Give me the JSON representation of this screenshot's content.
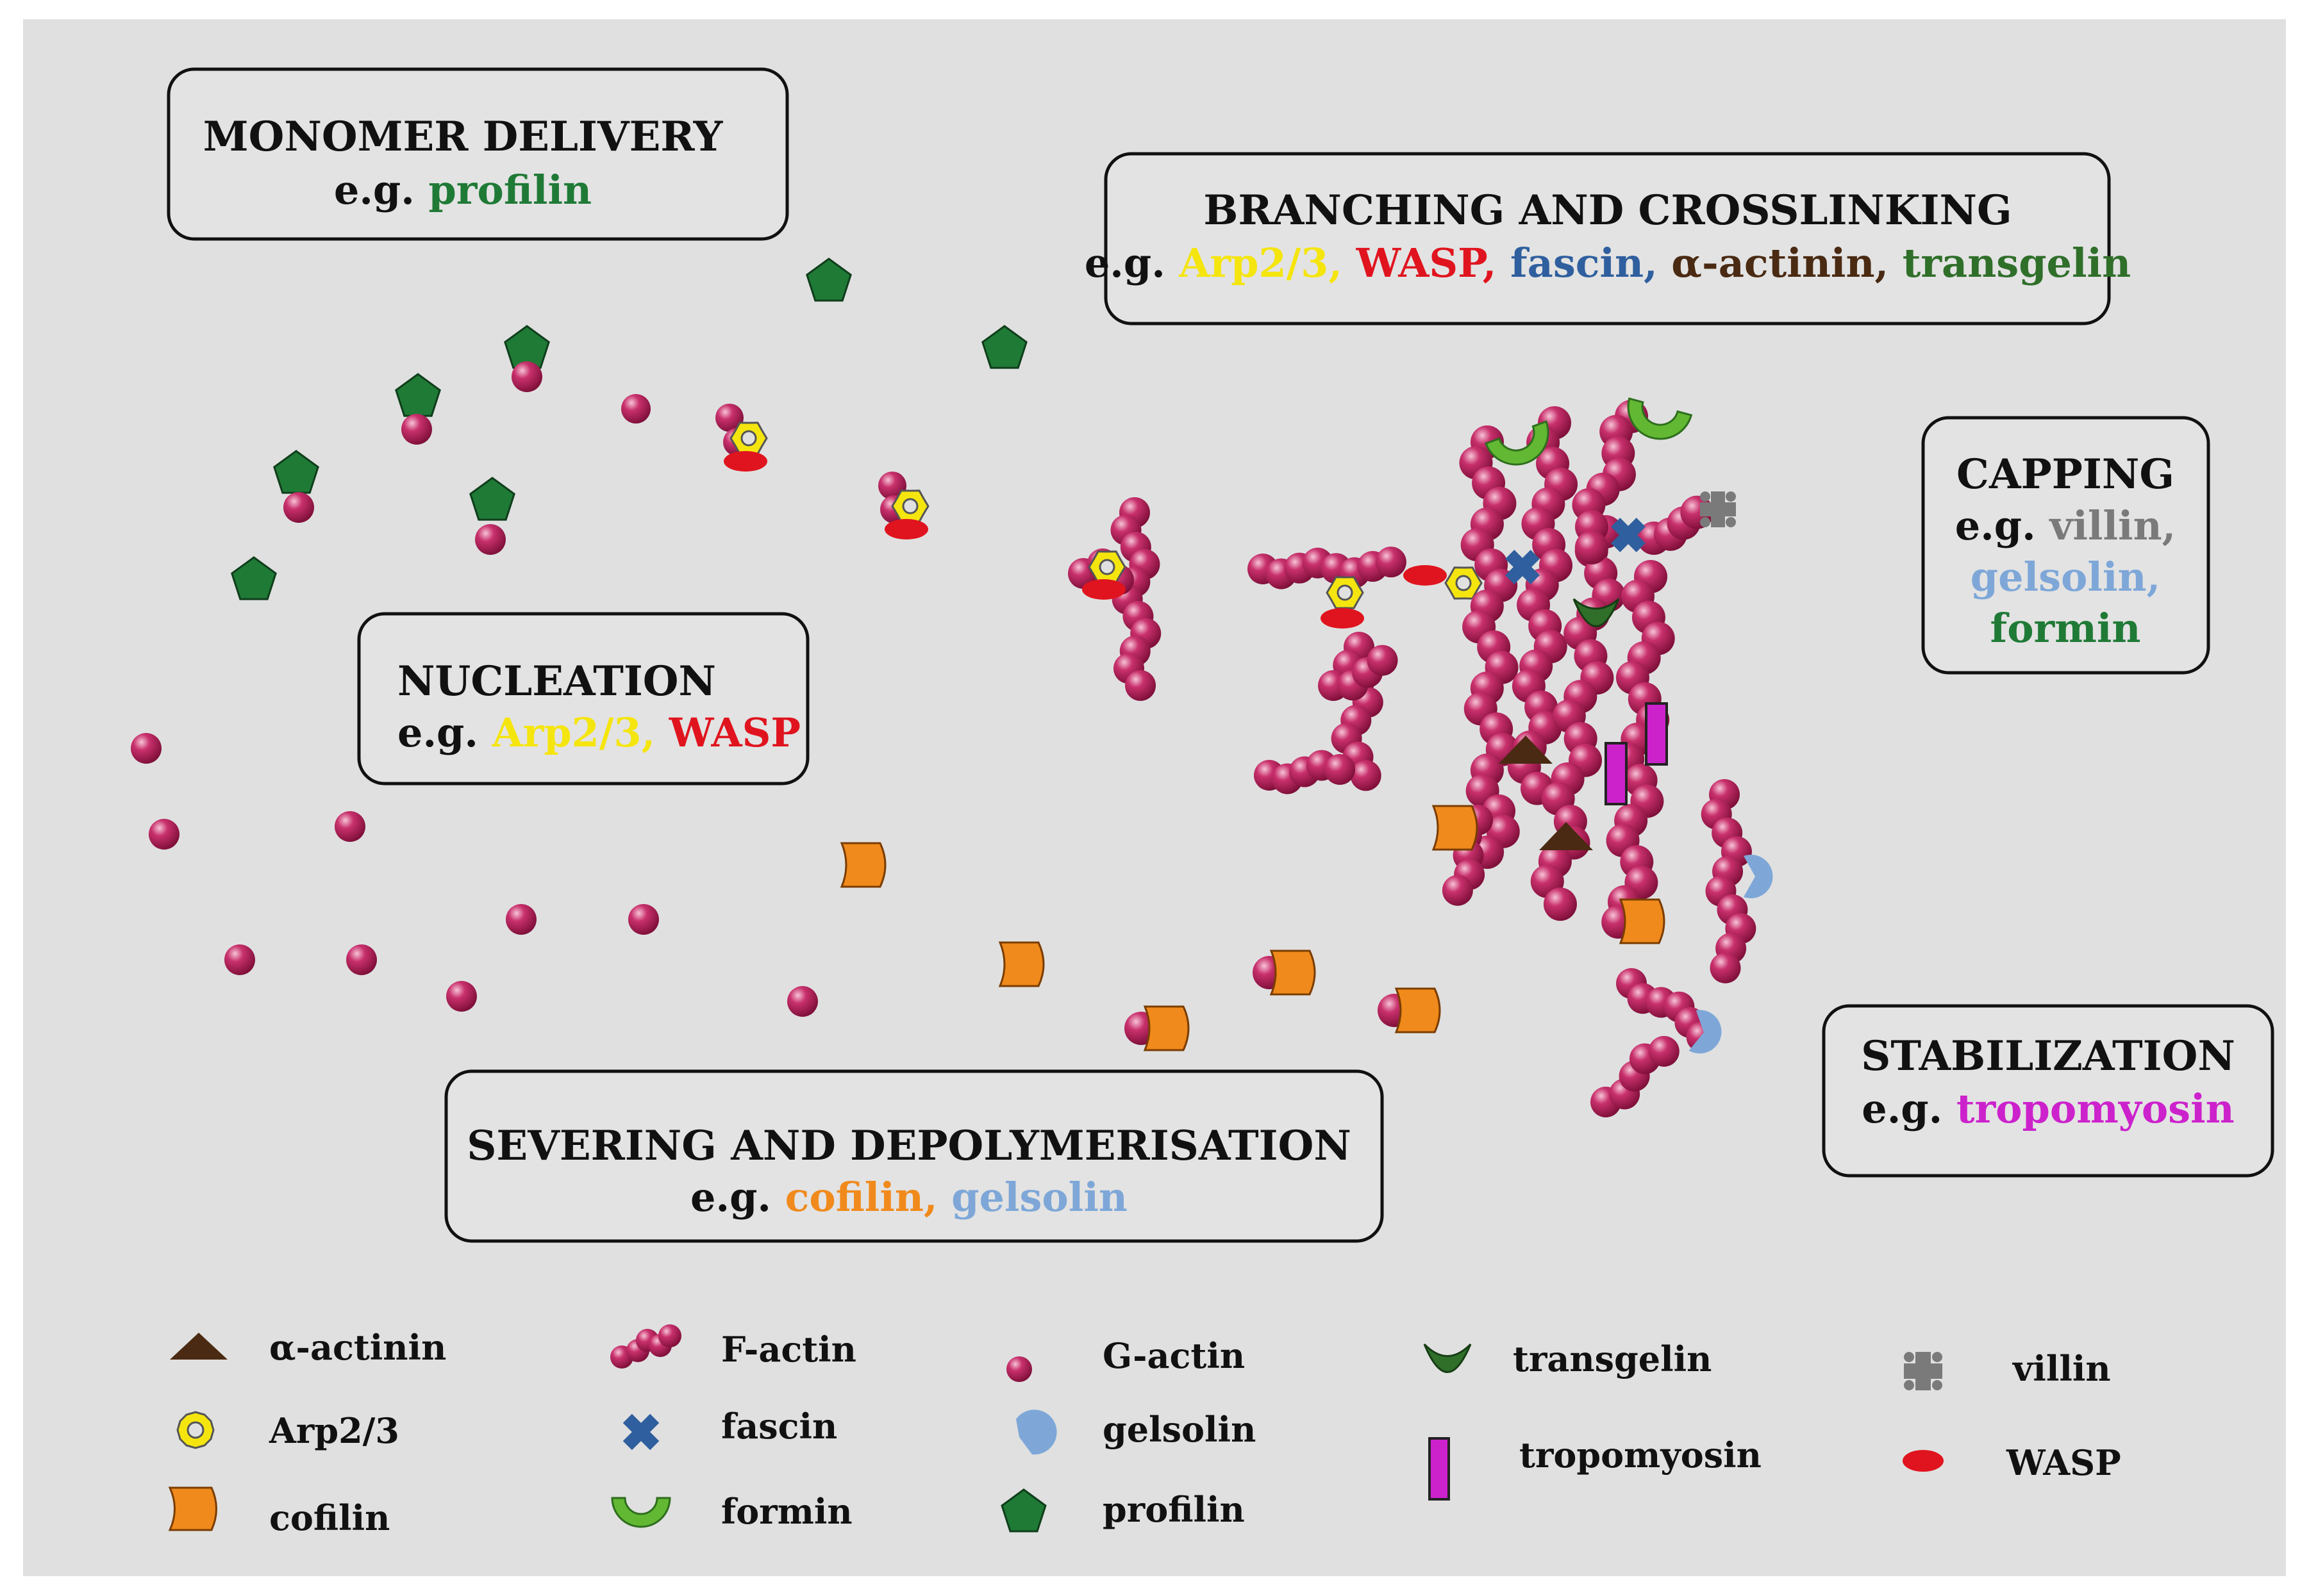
{
  "colors": {
    "background": "#e0e0e0",
    "actin": "#b21d5a",
    "actin_highlight": "#f4b8cf",
    "arp23": "#f5e50e",
    "wasp": "#e0141e",
    "fascin": "#2f5f9e",
    "alpha_actinin": "#4a2a12",
    "transgelin": "#2f6f2a",
    "cofilin": "#f08a1c",
    "gelsolin": "#7ea7d8",
    "villin": "#7a7a7a",
    "formin": "#2e8b2e",
    "formin_shape": "#62b832",
    "tropomyosin": "#cc22cc",
    "profilin": "#1f7a36"
  },
  "boxes": {
    "monomer": {
      "title": "MONOMER DELIVERY",
      "eg": "e.g.",
      "items": [
        "profilin"
      ]
    },
    "branching": {
      "title": "BRANCHING AND CROSSLINKING",
      "eg": "e.g.",
      "items": [
        "Arp2/3,",
        "WASP,",
        "fascin,",
        "α-actinin,",
        "transgelin"
      ]
    },
    "capping": {
      "title": "CAPPING",
      "eg": "e.g.",
      "items": [
        "villin,",
        "gelsolin,",
        "formin"
      ]
    },
    "nucleation": {
      "title": "NUCLEATION",
      "eg": "e.g.",
      "items": [
        "Arp2/3,",
        "WASP"
      ]
    },
    "severing": {
      "title": "SEVERING AND DEPOLYMERISATION",
      "eg": "e.g.",
      "items": [
        "cofilin,",
        "gelsolin"
      ]
    },
    "stabilization": {
      "title": "STABILIZATION",
      "eg": "e.g.",
      "items": [
        "tropomyosin"
      ]
    }
  },
  "legend": [
    {
      "icon": "alpha-actinin-icon",
      "label": "α-actinin"
    },
    {
      "icon": "arp23-icon",
      "label": "Arp2/3"
    },
    {
      "icon": "cofilin-icon",
      "label": "cofilin"
    },
    {
      "icon": "f-actin-icon",
      "label": "F-actin"
    },
    {
      "icon": "fascin-icon",
      "label": "fascin"
    },
    {
      "icon": "formin-icon",
      "label": "formin"
    },
    {
      "icon": "g-actin-icon",
      "label": "G-actin"
    },
    {
      "icon": "gelsolin-icon",
      "label": "gelsolin"
    },
    {
      "icon": "profilin-icon",
      "label": "profilin"
    },
    {
      "icon": "transgelin-icon",
      "label": "transgelin"
    },
    {
      "icon": "tropomyosin-icon",
      "label": "tropomyosin"
    },
    {
      "icon": "villin-icon",
      "label": "villin"
    },
    {
      "icon": "wasp-icon",
      "label": "WASP"
    }
  ]
}
